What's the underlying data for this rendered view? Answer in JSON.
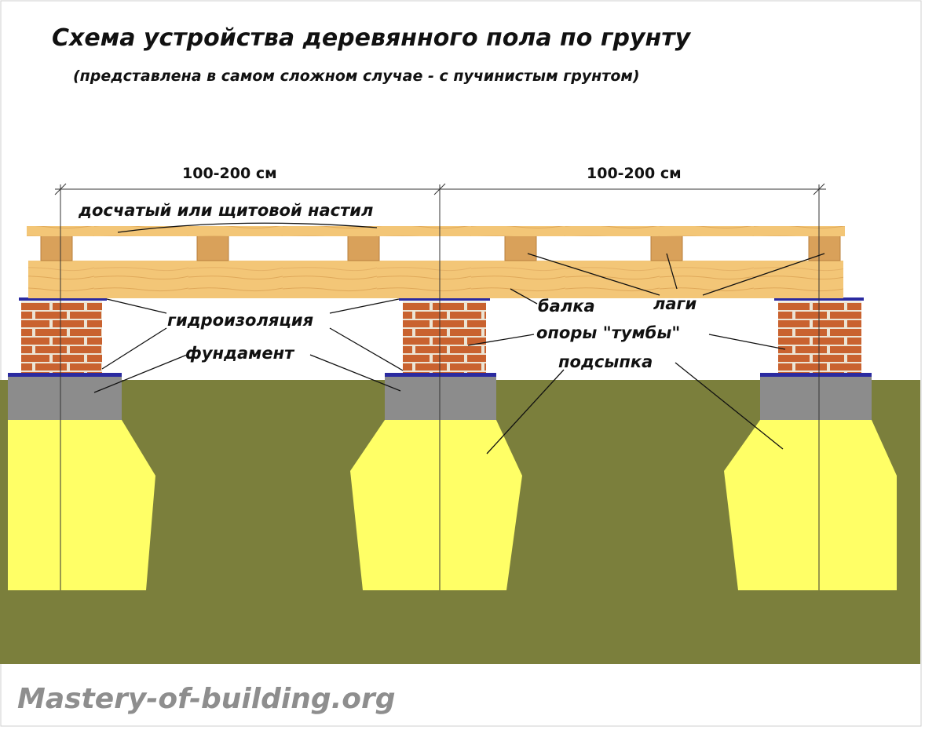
{
  "title": "Схема устройства деревянного пола по грунту",
  "subtitle": "(представлена в самом сложном случае - с пучинистым грунтом)",
  "dimensions": {
    "left": "100-200 см",
    "right": "100-200 см"
  },
  "labels": {
    "decking": "досчатый или щитовой настил",
    "waterproofing": "гидроизоляция",
    "foundation": "фундамент",
    "beam": "балка",
    "joists": "лаги",
    "supports": "опоры \"тумбы\"",
    "backfill": "подсыпка"
  },
  "watermark": "Mastery-of-building.org",
  "colors": {
    "ground": "#7b7f3c",
    "backfill": "#ffff66",
    "foundation": "#8c8c8c",
    "brick": "#c9622f",
    "mortar": "#ece4d4",
    "wood": "#f3c677",
    "waterproofing": "#2a2aa0"
  }
}
